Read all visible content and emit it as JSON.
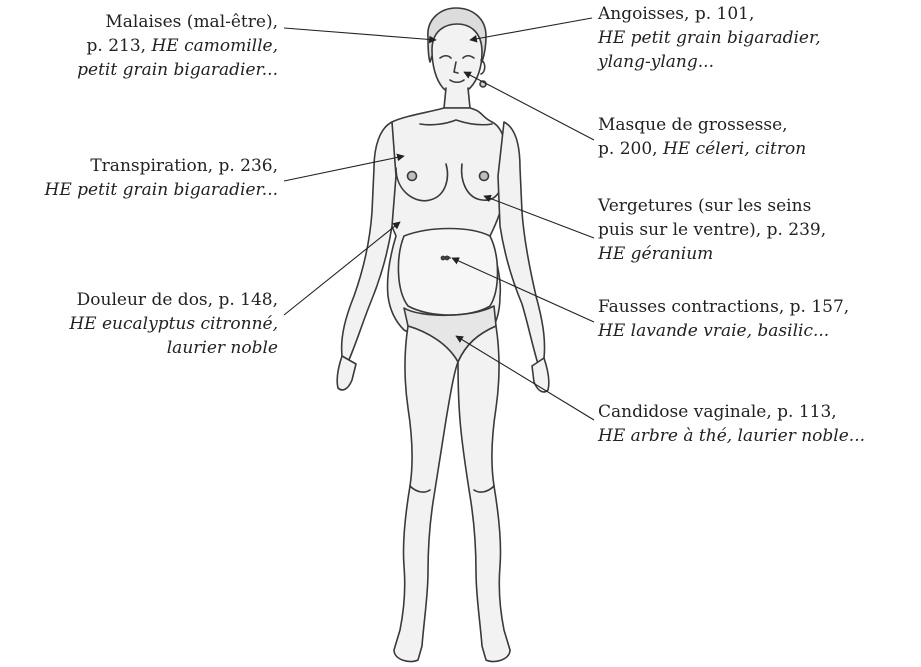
{
  "labels": {
    "malaises": {
      "line1": "Malaises (mal-être),",
      "line2_plain": "p. 213, ",
      "line2_italic": "HE camomille,",
      "line3_italic": "petit grain bigaradier..."
    },
    "transpiration": {
      "line1": "Transpiration, p. 236,",
      "line2_italic": "HE petit grain bigaradier..."
    },
    "douleur_dos": {
      "line1": "Douleur de dos, p. 148,",
      "line2_italic": "HE eucalyptus citronné,",
      "line3_italic": "laurier noble"
    },
    "angoisses": {
      "line1": "Angoisses, p. 101,",
      "line2_italic": "HE petit grain bigaradier,",
      "line3_italic": "ylang-ylang..."
    },
    "masque": {
      "line1": "Masque de grossesse,",
      "line2_plain": "p. 200, ",
      "line2_italic": "HE céleri, citron"
    },
    "vergetures": {
      "line1": "Vergetures (sur les seins",
      "line2": "puis sur le ventre), p. 239,",
      "line3_italic": "HE géranium"
    },
    "fausses_contractions": {
      "line1": "Fausses contractions, p. 157,",
      "line2_italic": "HE lavande vraie, basilic..."
    },
    "candidose": {
      "line1": "Candidose vaginale, p. 113,",
      "line2_italic": "HE arbre à thé, laurier noble..."
    }
  },
  "colors": {
    "text": "#222222",
    "leader_line": "#222222",
    "body_outline": "#3a3a3a",
    "body_fill": "#f2f2f2",
    "body_shade": "#d8d8d8"
  }
}
